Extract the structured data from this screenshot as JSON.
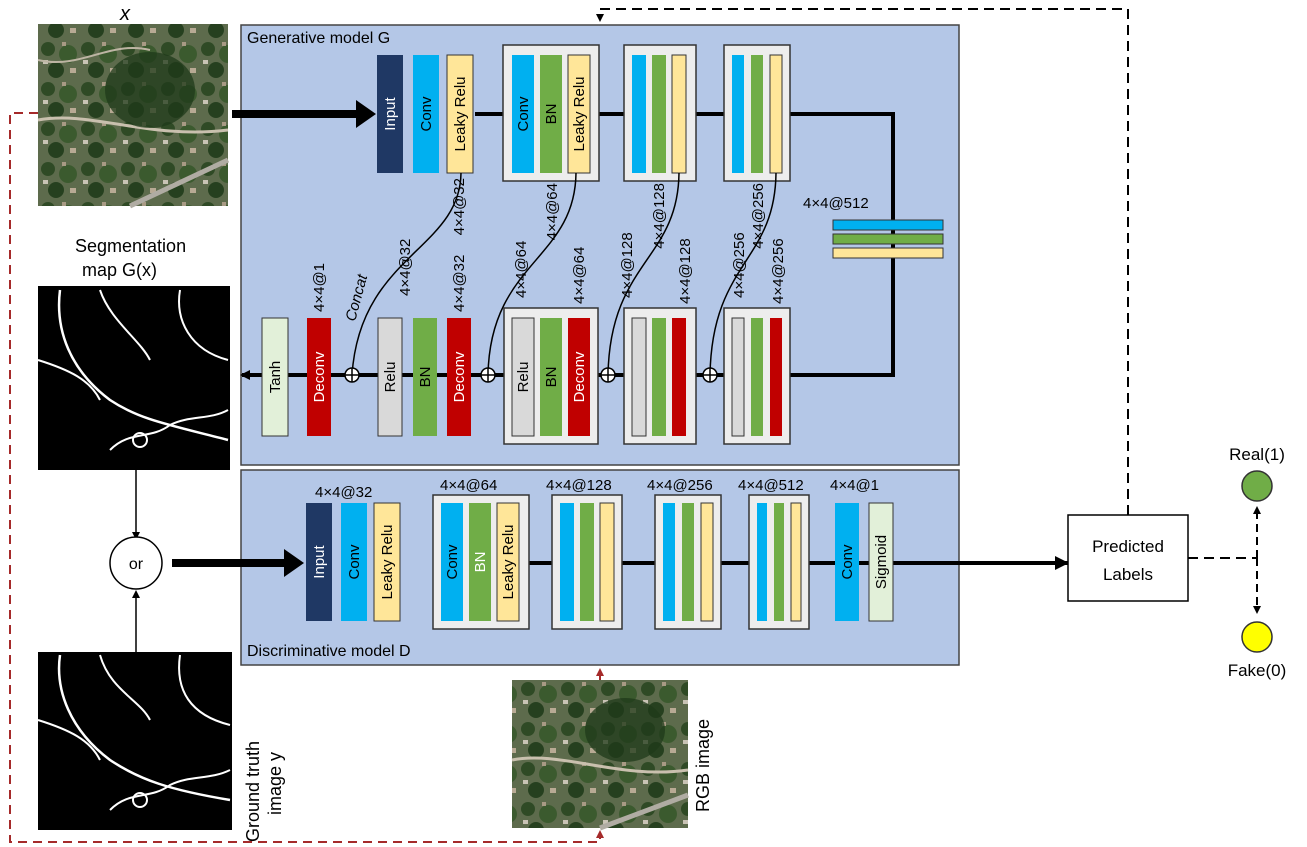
{
  "generator": {
    "title": "Generative model G",
    "input_label": "x",
    "enc_block1": {
      "input": "Input",
      "conv": "Conv",
      "act": "Leaky Relu"
    },
    "enc_block2": {
      "conv": "Conv",
      "bn": "BN",
      "act": "Leaky Relu"
    },
    "enc_dims": [
      "4×4@32",
      "4×4@64",
      "4×4@128",
      "4×4@256"
    ],
    "bottleneck_dim": "4×4@512",
    "dec_out": {
      "tanh": "Tanh",
      "deconv": "Deconv",
      "dim": "4×4@1"
    },
    "dec_block1": {
      "relu": "Relu",
      "bn": "BN",
      "deconv": "Deconv",
      "dim": "4×4@32"
    },
    "dec_block2": {
      "relu": "Relu",
      "bn": "BN",
      "deconv": "Deconv",
      "dim": "4×4@64"
    },
    "dec_dims_more": [
      "4×4@128",
      "4×4@256"
    ],
    "skip_dims": [
      "4×4@32",
      "4×4@64",
      "4×4@128",
      "4×4@256"
    ],
    "concat_label": "Concat",
    "output_title": "Segmentation",
    "output_title2": "map G(x)"
  },
  "discriminator": {
    "title": "Discriminative model D",
    "dims": [
      "4×4@32",
      "4×4@64",
      "4×4@128",
      "4×4@256",
      "4×4@512",
      "4×4@1"
    ],
    "block1": {
      "input": "Input",
      "conv": "Conv",
      "act": "Leaky Relu"
    },
    "block2": {
      "conv": "Conv",
      "bn": "BN",
      "act": "Leaky Relu"
    },
    "final": {
      "conv": "Conv",
      "sigmoid": "Sigmoid"
    }
  },
  "or_label": "or",
  "ground_truth_label": "Ground truth",
  "ground_truth_label2": "image y",
  "rgb_label": "RGB image",
  "predicted_labels": {
    "line1": "Predicted",
    "line2": "Labels"
  },
  "real_label": "Real(1)",
  "fake_label": "Fake(0)",
  "colors": {
    "panel": "#b4c7e7",
    "input": "#1f3864",
    "conv": "#00b0f0",
    "bn": "#70ad47",
    "act": "#ffe699",
    "deconv": "#c00000",
    "relu": "#d9d9d9",
    "tanh": "#e2f0d9",
    "real": "#70ad47",
    "fake": "#ffff00",
    "dashed_red": "#a52a2a"
  }
}
